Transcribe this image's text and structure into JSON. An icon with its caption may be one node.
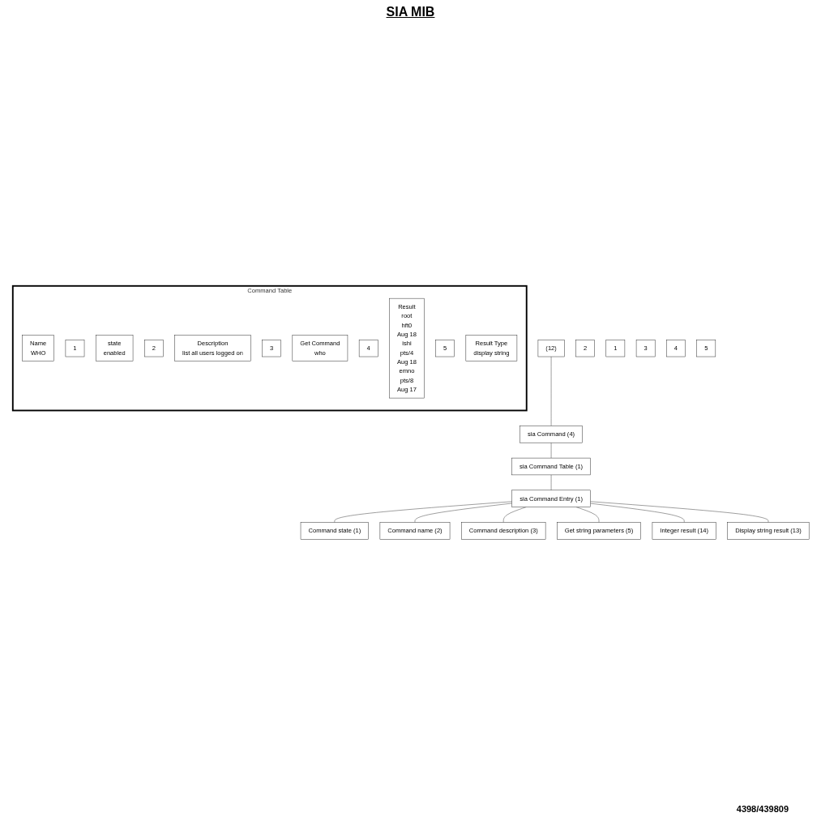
{
  "diagram": {
    "nodes": [
      {
        "text": [
          "(12)"
        ]
      },
      {
        "text": [
          "sia Command (4)"
        ]
      },
      {
        "text": [
          "sia Command Table (1)"
        ]
      },
      {
        "text": [
          "sia Command Entry (1)"
        ]
      },
      {
        "text": [
          "Command Table"
        ]
      },
      {
        "text": [
          "Name",
          "WHO"
        ],
        "in": 4
      },
      {
        "text": [
          "1"
        ],
        "in": 4
      },
      {
        "text": [
          "state",
          "enabled"
        ],
        "in": 4
      },
      {
        "text": [
          "2"
        ],
        "in": 4
      },
      {
        "text": [
          "Description",
          "list all users logged on"
        ],
        "in": 4
      },
      {
        "text": [
          "3"
        ],
        "in": 4
      },
      {
        "text": [
          "Get Command",
          "who"
        ],
        "in": 4
      },
      {
        "text": [
          "4"
        ],
        "in": 4
      },
      {
        "text": [
          "Result",
          "root",
          "hft0",
          "Aug 18",
          "ishi",
          "pts/4",
          "Aug 18",
          "emno",
          "pts/8",
          "Aug 17"
        ],
        "in": 4
      },
      {
        "text": [
          "5"
        ],
        "in": 4
      },
      {
        "text": [
          "Result Type",
          "display string"
        ],
        "in": 4
      },
      {
        "text": [
          "2"
        ]
      },
      {
        "text": [
          "1"
        ]
      },
      {
        "text": [
          "3"
        ]
      },
      {
        "text": [
          "4"
        ]
      },
      {
        "text": [
          "5"
        ]
      },
      {
        "text": [
          "Command state (1)"
        ]
      },
      {
        "text": [
          "Command name (2)"
        ]
      },
      {
        "text": [
          "Command description (3)"
        ]
      },
      {
        "text": [
          "Get string parameters (5)"
        ]
      },
      {
        "text": [
          "Integer result (14)"
        ]
      },
      {
        "text": [
          "Display string result (13)"
        ]
      }
    ],
    "edges": [
      {
        "from": 0,
        "to": 1,
        "arrow": "none"
      },
      {
        "from": 1,
        "to": 2,
        "arrow": "none"
      },
      {
        "from": 2,
        "to": 3,
        "arrow": "none"
      },
      {
        "from": 3,
        "to": 21,
        "arrow": "none"
      },
      {
        "from": 3,
        "to": 22,
        "arrow": "none"
      },
      {
        "from": 3,
        "to": 23,
        "arrow": "none"
      },
      {
        "from": 3,
        "to": 24,
        "arrow": "none"
      },
      {
        "from": 3,
        "to": 25,
        "arrow": "none"
      },
      {
        "from": 3,
        "to": 26,
        "arrow": "none"
      }
    ],
    "labels": [
      "SIA MIB",
      "4398/439809"
    ]
  }
}
